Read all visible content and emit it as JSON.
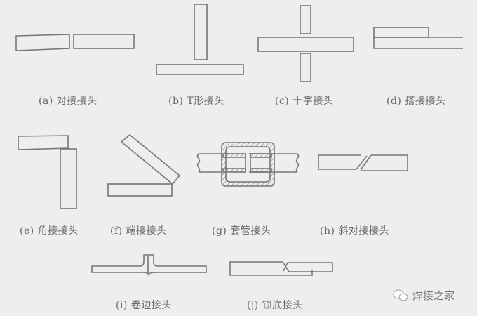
{
  "figure": {
    "background": "#eeeeec",
    "line_color": "#777777",
    "panels": [
      {
        "id": "a",
        "label": "(a) 对接接头",
        "name": "butt-joint"
      },
      {
        "id": "b",
        "label": "(b) T形接头",
        "name": "t-joint"
      },
      {
        "id": "c",
        "label": "(c) 十字接头",
        "name": "cross-joint"
      },
      {
        "id": "d",
        "label": "(d) 搭接接头",
        "name": "lap-joint"
      },
      {
        "id": "e",
        "label": "(e) 角接接头",
        "name": "corner-joint"
      },
      {
        "id": "f",
        "label": "(f) 端接接头",
        "name": "edge-joint"
      },
      {
        "id": "g",
        "label": "(g) 套管接头",
        "name": "sleeve-joint"
      },
      {
        "id": "h",
        "label": "(h) 斜对接接头",
        "name": "scarf-joint"
      },
      {
        "id": "i",
        "label": "(i) 卷边接头",
        "name": "flanged-joint"
      },
      {
        "id": "j",
        "label": "(j) 锁底接头",
        "name": "lock-bottom-joint"
      }
    ]
  },
  "watermark": {
    "icon": "wechat-icon",
    "text": "焊接之家"
  }
}
